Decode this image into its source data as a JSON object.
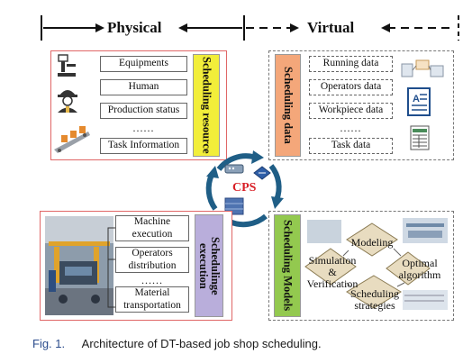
{
  "header": {
    "physical": "Physical",
    "virtual": "Virtual"
  },
  "physical_resource": {
    "items": [
      "Equipments",
      "Human",
      "Production status",
      "......",
      "Task Information"
    ],
    "label": "Scheduling resource"
  },
  "virtual_data": {
    "items": [
      "Running data",
      "Operators data",
      "Workpiece data",
      "......",
      "Task data"
    ],
    "label": "Scheduling data"
  },
  "physical_execution": {
    "items": [
      "Machine execution",
      "Operators distribution",
      "......",
      "Material transportation"
    ],
    "label": "Schedulinge execution"
  },
  "virtual_models": {
    "label": "Scheduling Models",
    "nodes": [
      "Modeling",
      "Simulation & Verification",
      "Optimal algorithm",
      "Scheduling strategies"
    ]
  },
  "center": {
    "label": "CPS"
  },
  "caption": {
    "fig": "Fig. 1.",
    "text": "Architecture of DT-based job shop scheduling."
  },
  "colors": {
    "yellow": "#f2ee3a",
    "orange": "#f4a77a",
    "lavender": "#b9aedb",
    "green": "#93c94f",
    "panel_border": "#e06666",
    "cycle_blue": "#1f5e86",
    "cps_red": "#d81f26",
    "caption_blue": "#2b4c8c"
  },
  "icons": [
    "microscope-icon",
    "worker-icon",
    "conveyor-icon",
    "server-icon",
    "document-icon",
    "spreadsheet-icon",
    "factory-photo",
    "router-icon",
    "switch-icon",
    "database-icon"
  ]
}
